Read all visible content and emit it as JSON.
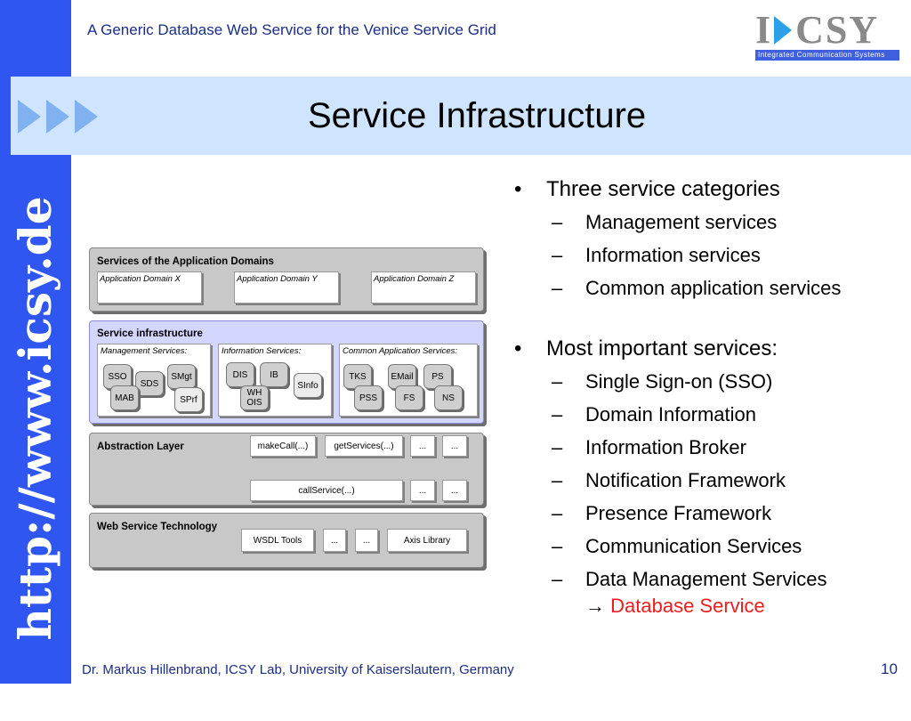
{
  "side_url": "http://www.icsy.de",
  "header_title": "A Generic Database Web Service for the Venice Service Grid",
  "logo": {
    "letters": [
      "I",
      "C",
      "S",
      "Y"
    ],
    "subtitle": "Integrated Communication Systems"
  },
  "slide_title": "Service Infrastructure",
  "diagram": {
    "app_domains": {
      "title": "Services of the Application Domains",
      "boxes": [
        "Application Domain X",
        "Application Domain Y",
        "Application Domain Z"
      ]
    },
    "infrastructure": {
      "title": "Service infrastructure",
      "management": {
        "label": "Management Services:",
        "services": [
          "SSO",
          "SDS",
          "SMgt",
          "MAB",
          "SPrf"
        ]
      },
      "information": {
        "label": "Information Services:",
        "services": [
          "DIS",
          "IB",
          "WH\nOIS",
          "SInfo"
        ]
      },
      "common": {
        "label": "Common Application Services:",
        "services": [
          "TKS",
          "EMail",
          "PS",
          "PSS",
          "FS",
          "NS"
        ]
      }
    },
    "abstraction": {
      "title": "Abstraction Layer",
      "row1": [
        "makeCall(...)",
        "getServices(...)",
        "...",
        "..."
      ],
      "row2": [
        "callService(...)",
        "...",
        "..."
      ]
    },
    "wst": {
      "title": "Web Service Technology",
      "boxes": [
        "WSDL Tools",
        "...",
        "...",
        "Axis Library"
      ]
    }
  },
  "bullets": {
    "b1": {
      "marker": "•",
      "text": "Three service categories"
    },
    "b1_subs": [
      "Management services",
      "Information services",
      "Common application services"
    ],
    "b2": {
      "marker": "•",
      "text": "Most important services:"
    },
    "b2_subs": [
      "Single Sign-on (SSO)",
      "Domain Information",
      "Information Broker",
      "Notification Framework",
      "Presence Framework",
      "Communication Services",
      "Data Management Services"
    ],
    "dash": "–",
    "arrow": "→",
    "highlight": "Database Service"
  },
  "footer": "Dr. Markus Hillenbrand, ICSY Lab, University of Kaiserslautern, Germany",
  "page_number": "10",
  "colors": {
    "sidebar": "#2f56f0",
    "title_band": "#cfe5ff",
    "highlight": "#ee1c1c",
    "header_text": "#1a2d87"
  }
}
